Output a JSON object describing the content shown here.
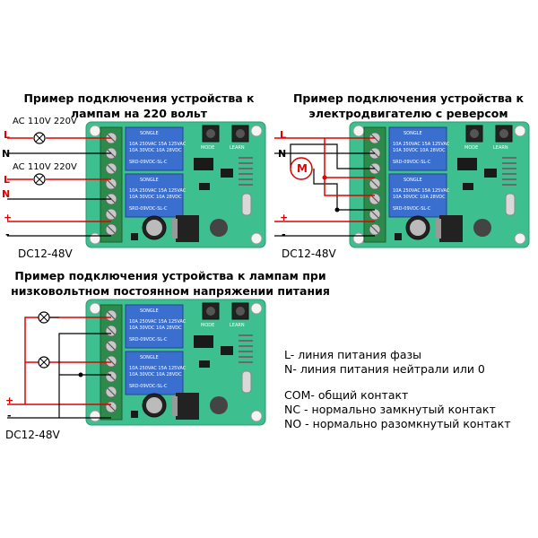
{
  "diagram1": {
    "title_line1": "Пример подключения устройства к",
    "title_line2": "лампам на 220 вольт",
    "ac_label_1": "AC 110V 220V",
    "ac_label_2": "AC 110V 220V",
    "wires": [
      "L",
      "N",
      "L",
      "N",
      "+",
      "-"
    ],
    "dc_label": "DC12-48V"
  },
  "diagram2": {
    "title_line1": "Пример подключения устройства к",
    "title_line2": "электродвигателю с реверсом",
    "motor_label": "M",
    "wires": [
      "L",
      "N",
      "+",
      "-"
    ],
    "dc_label": "DC12-48V"
  },
  "diagram3": {
    "title_line1": "Пример подключения устройства к лампам при",
    "title_line2": "низковольтном постоянном напряжении питания",
    "wires": [
      "+",
      "-"
    ],
    "dc_label": "DC12-48V"
  },
  "board": {
    "relay_model": "SRD-09VDC-SL-C",
    "relay_brand": "SONGLE",
    "button_1": "MODE",
    "button_2": "LEARN"
  },
  "legend": {
    "l": "L- линия питания фазы",
    "n": "N- линия питания нейтрали или 0",
    "com": "COM- общий контакт",
    "nc": "NC - нормально замкнутый контакт",
    "no": "NO - нормально разомкнутый контакт"
  },
  "colors": {
    "board": "#3dbf8f",
    "terminal": "#2c8a4a",
    "relay": "#3a6fd0",
    "wire_red": "#e00000",
    "wire_black": "#000000"
  }
}
